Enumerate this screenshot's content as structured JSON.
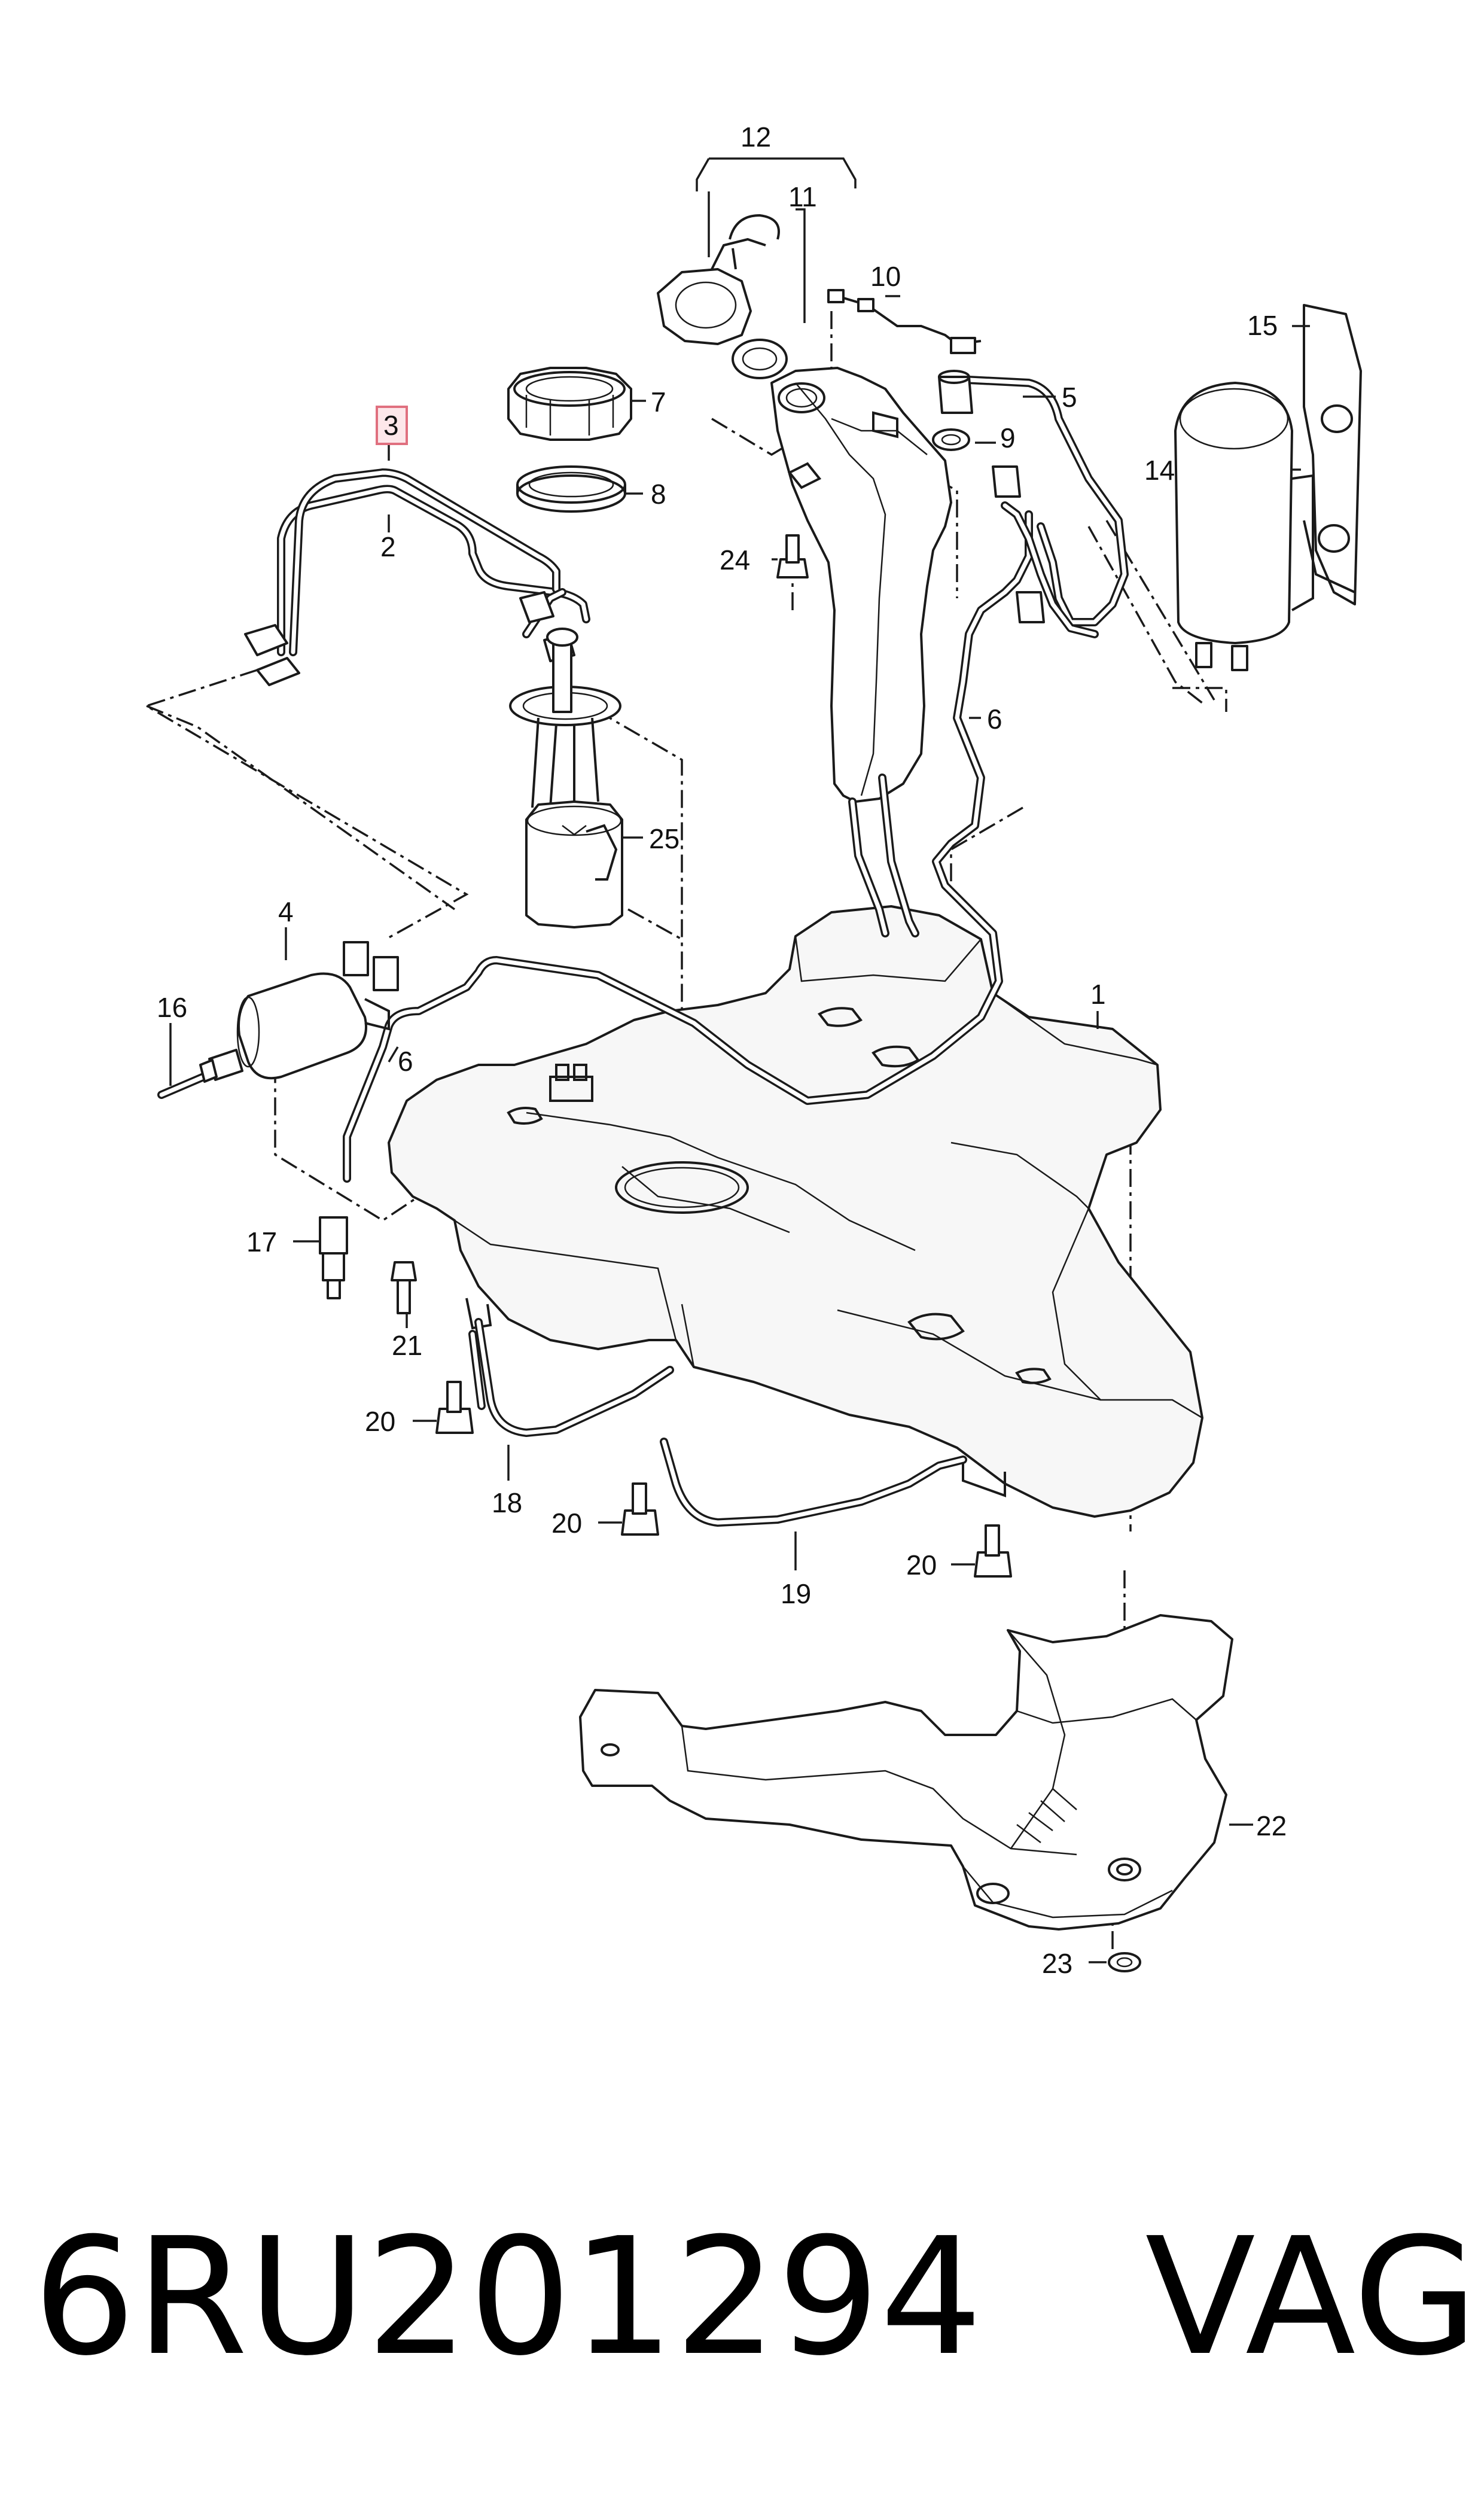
{
  "callouts": {
    "c1": "1",
    "c2": "2",
    "c3": "3",
    "c4": "4",
    "c5": "5",
    "c6a": "6",
    "c6b": "6",
    "c7": "7",
    "c8": "8",
    "c9": "9",
    "c10": "10",
    "c11": "11",
    "c12": "12",
    "c14": "14",
    "c15": "15",
    "c16": "16",
    "c17": "17",
    "c18": "18",
    "c19": "19",
    "c20a": "20",
    "c20b": "20",
    "c20c": "20",
    "c21": "21",
    "c22": "22",
    "c23": "23",
    "c24": "24",
    "c25": "25"
  },
  "highlighted_callout": "3",
  "colors": {
    "highlight_fill": "#fde7ea",
    "highlight_border": "#e0707f",
    "ink": "#1a1a1a"
  },
  "footer": {
    "part_number": "6RU201294",
    "brand": "VAG"
  }
}
